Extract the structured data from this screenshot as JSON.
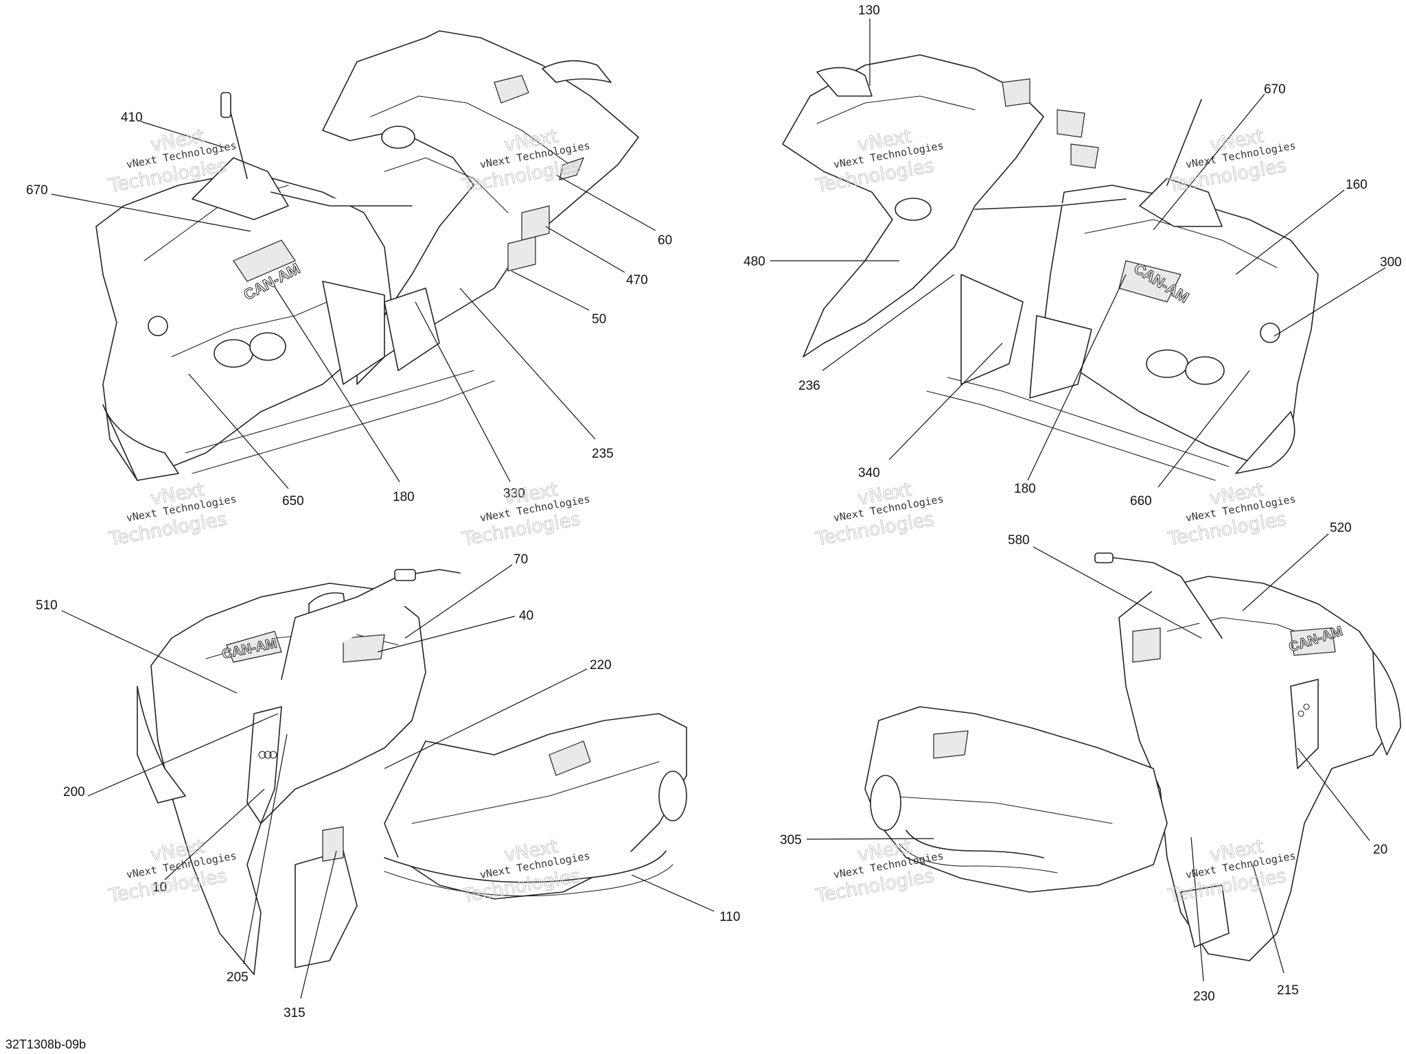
{
  "document": {
    "reference_code": "32T1308b-09b"
  },
  "watermark": {
    "line1": "vNext Technologies",
    "line2": "vNext",
    "line3": "Technologies"
  },
  "views": [
    {
      "name": "front-left-top",
      "callouts": [
        "410",
        "670",
        "60",
        "470",
        "50",
        "235",
        "330",
        "180",
        "650"
      ]
    },
    {
      "name": "front-right-top",
      "callouts": [
        "130",
        "670",
        "160",
        "300",
        "480",
        "236",
        "340",
        "180",
        "660"
      ]
    },
    {
      "name": "rear-left",
      "callouts": [
        "70",
        "40",
        "510",
        "220",
        "200",
        "10",
        "205",
        "315",
        "110"
      ]
    },
    {
      "name": "rear-right",
      "callouts": [
        "580",
        "520",
        "305",
        "20",
        "230",
        "215"
      ]
    }
  ],
  "callout_labels": {
    "v1_410": "410",
    "v1_670": "670",
    "v1_60": "60",
    "v1_470": "470",
    "v1_50": "50",
    "v1_235": "235",
    "v1_330": "330",
    "v1_180": "180",
    "v1_650": "650",
    "v2_130": "130",
    "v2_670": "670",
    "v2_160": "160",
    "v2_300": "300",
    "v2_480": "480",
    "v2_236": "236",
    "v2_340": "340",
    "v2_180": "180",
    "v2_660": "660",
    "v3_70": "70",
    "v3_40": "40",
    "v3_510": "510",
    "v3_220": "220",
    "v3_200": "200",
    "v3_10": "10",
    "v3_205": "205",
    "v3_315": "315",
    "v3_110": "110",
    "v4_580": "580",
    "v4_520": "520",
    "v4_305": "305",
    "v4_20": "20",
    "v4_230": "230",
    "v4_215": "215"
  },
  "decal_text": {
    "brand": "CAN-AM"
  }
}
